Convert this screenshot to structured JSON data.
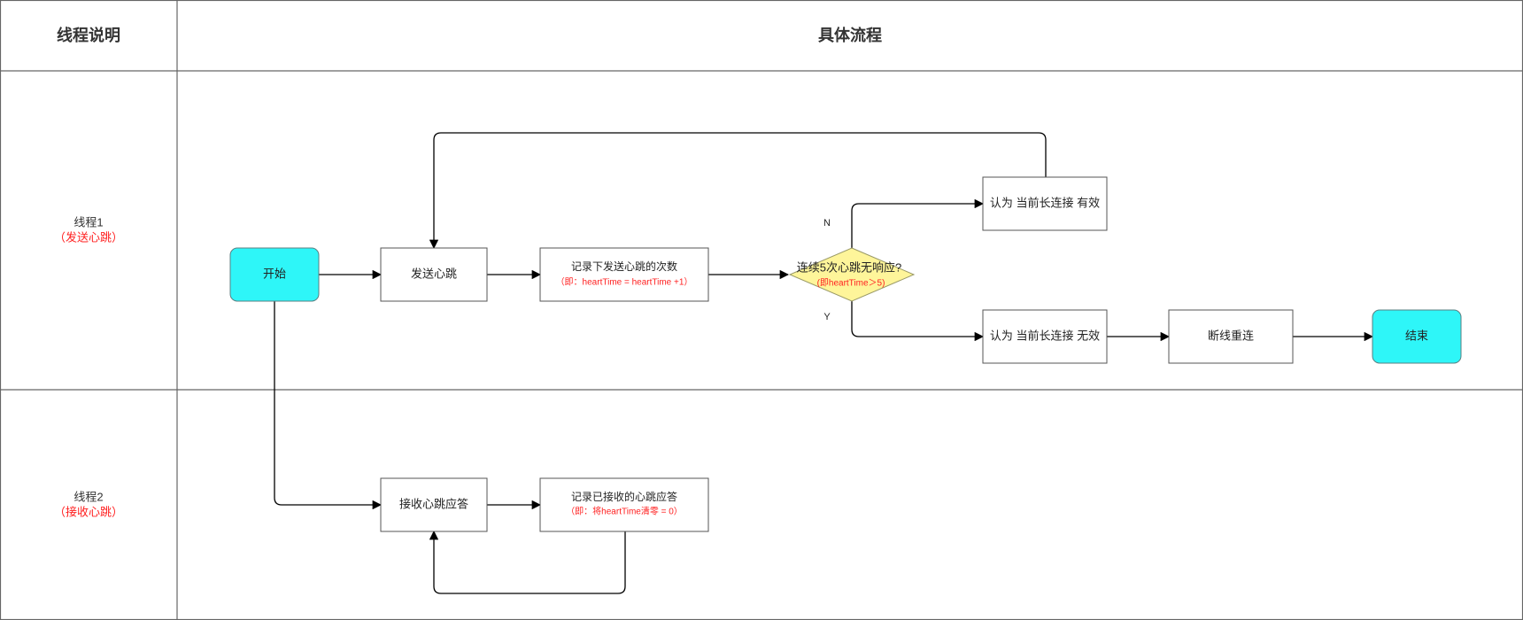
{
  "header": {
    "left_title": "线程说明",
    "right_title": "具体流程"
  },
  "lanes": [
    {
      "title": "线程1",
      "subtitle": "（发送心跳）"
    },
    {
      "title": "线程2",
      "subtitle": "（接收心跳）"
    }
  ],
  "nodes": {
    "start": {
      "label": "开始"
    },
    "send_heartbeat": {
      "label": "发送心跳"
    },
    "record_send": {
      "label": "记录下发送心跳的次数",
      "note": "（即：heartTime = heartTime +1）"
    },
    "decision": {
      "label": "连续5次心跳无响应?",
      "note": "(即heartTime＞5)"
    },
    "valid": {
      "label": "认为 当前长连接 有效"
    },
    "invalid": {
      "label": "认为 当前长连接 无效"
    },
    "reconnect": {
      "label": "断线重连"
    },
    "end": {
      "label": "结束"
    },
    "receive_reply": {
      "label": "接收心跳应答"
    },
    "record_receive": {
      "label": "记录已接收的心跳应答",
      "note": "（即：将heartTime清零 = 0）"
    }
  },
  "edge_labels": {
    "no": "N",
    "yes": "Y"
  },
  "colors": {
    "terminal_fill": "#2ef6f8",
    "decision_fill": "#fef59a",
    "note_text": "#ff2020"
  }
}
